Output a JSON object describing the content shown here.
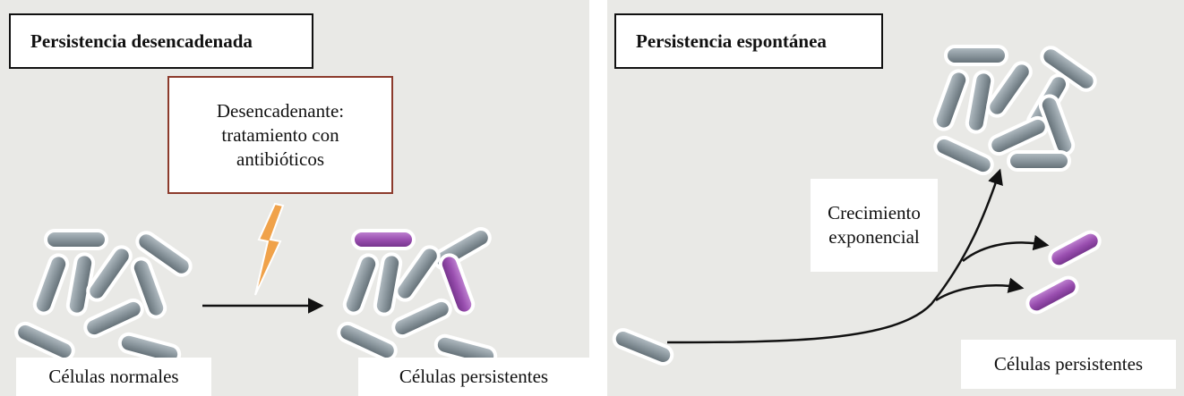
{
  "panels": {
    "triggered": {
      "title": "Persistencia desencadenada",
      "trigger_lines": [
        "Desencadenante:",
        "tratamiento con",
        "antibióticos"
      ],
      "caption_normal": "Células normales",
      "caption_persisters": "Células persistentes"
    },
    "spontaneous": {
      "title": "Persistencia espontánea",
      "growth_lines": [
        "Crecimiento",
        "exponencial"
      ],
      "caption_persisters": "Células persistentes"
    }
  },
  "colors": {
    "background": "#e9e9e6",
    "normal_cell": "#8a969d",
    "persister_cell": "#9a4fb0",
    "trigger_border": "#8c3b2c",
    "lightning": "#f0a24a"
  },
  "icons": [
    "lightning-icon",
    "arrow-icon"
  ]
}
